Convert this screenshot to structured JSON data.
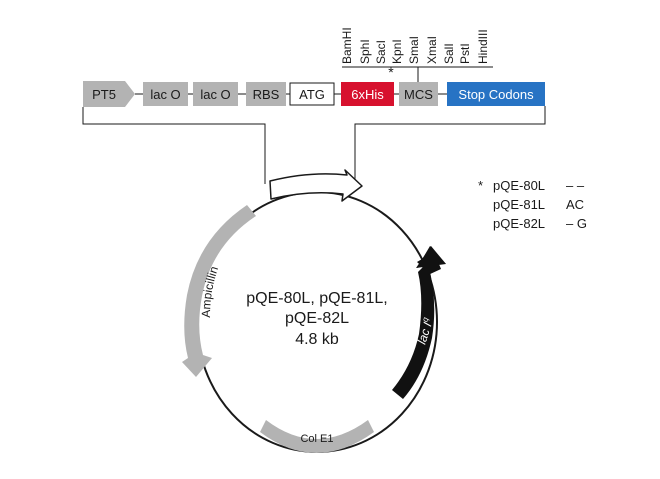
{
  "cassette": {
    "elements": [
      {
        "id": "pt5",
        "label": "PT5"
      },
      {
        "id": "laco1",
        "label": "lac O"
      },
      {
        "id": "laco2",
        "label": "lac O"
      },
      {
        "id": "rbs",
        "label": "RBS"
      },
      {
        "id": "atg",
        "label": "ATG"
      },
      {
        "id": "his",
        "label": "6xHis"
      },
      {
        "id": "mcs",
        "label": "MCS"
      },
      {
        "id": "stop",
        "label": "Stop Codons"
      }
    ],
    "mcs_marker": "*",
    "restriction_sites": [
      "BamHI",
      "SphI",
      "SacI",
      "KpnI",
      "SmaI",
      "XmaI",
      "SalI",
      "PstI",
      "HindIII"
    ]
  },
  "plasmid": {
    "name_line1": "pQE-80L, pQE-81L,",
    "name_line2": "pQE-82L",
    "size": "4.8 kb",
    "features": {
      "ampicillin": "Ampicillin",
      "laciq": "lac I",
      "laciq_sup": "q",
      "cole1": "Col E1"
    }
  },
  "legend": {
    "marker": "*",
    "rows": [
      {
        "name": "pQE-80L",
        "value": "– –"
      },
      {
        "name": "pQE-81L",
        "value": "AC"
      },
      {
        "name": "pQE-82L",
        "value": "– G"
      }
    ]
  },
  "colors": {
    "gray": "#b3b3b3",
    "his": "#d7112e",
    "stop": "#2773c4",
    "black": "#111111"
  }
}
